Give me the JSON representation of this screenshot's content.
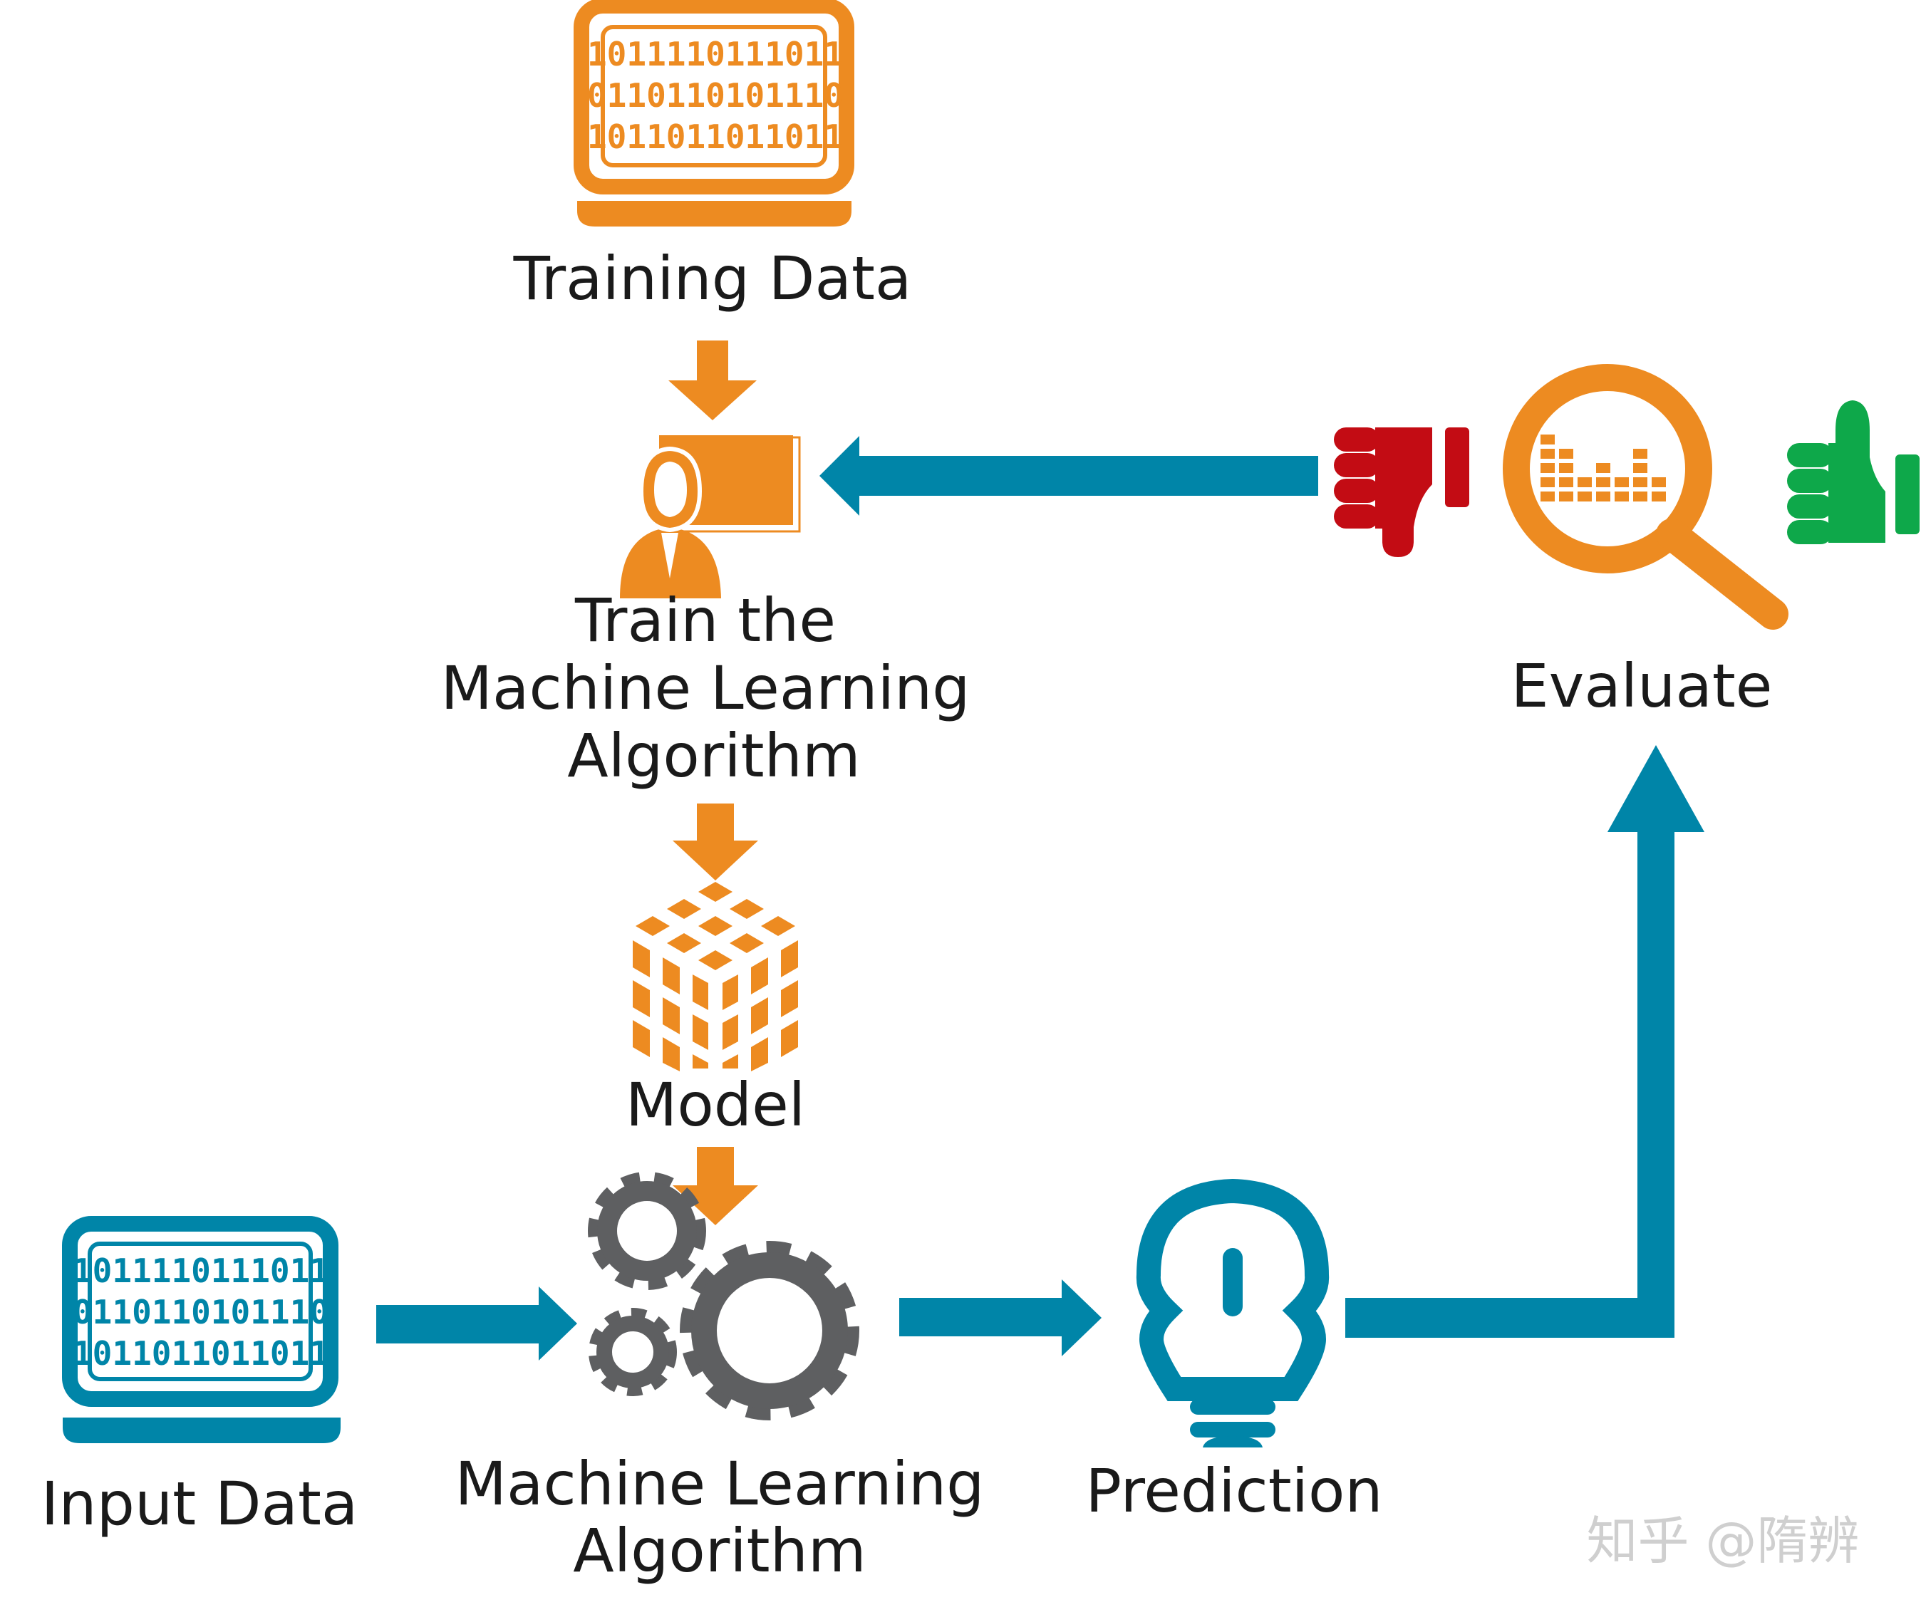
{
  "labels": {
    "training_data": "Training Data",
    "train_line1": "Train the",
    "train_line2": "Machine Learning",
    "train_line3": "Algorithm",
    "model": "Model",
    "input_data": "Input Data",
    "ml_line1": "Machine Learning",
    "ml_line2": "Algorithm",
    "prediction": "Prediction",
    "evaluate": "Evaluate"
  },
  "binary_rows": [
    "1011110111011",
    "0110110101110",
    "1011011011011"
  ],
  "watermark": "知乎 @隋辨",
  "colors": {
    "orange": "#ED8B21",
    "teal": "#0085A8",
    "gray": "#5E5F61",
    "red": "#C30C14",
    "green": "#0EA84A",
    "text": "#1a1a1a"
  },
  "icons": {
    "training_data": "laptop-binary-icon",
    "train": "teacher-board-icon",
    "model": "cube-grid-icon",
    "ml": "gears-icon",
    "prediction": "lightbulb-icon",
    "evaluate": "magnifier-chart-icon",
    "bad": "thumbs-down-icon",
    "good": "thumbs-up-icon"
  }
}
